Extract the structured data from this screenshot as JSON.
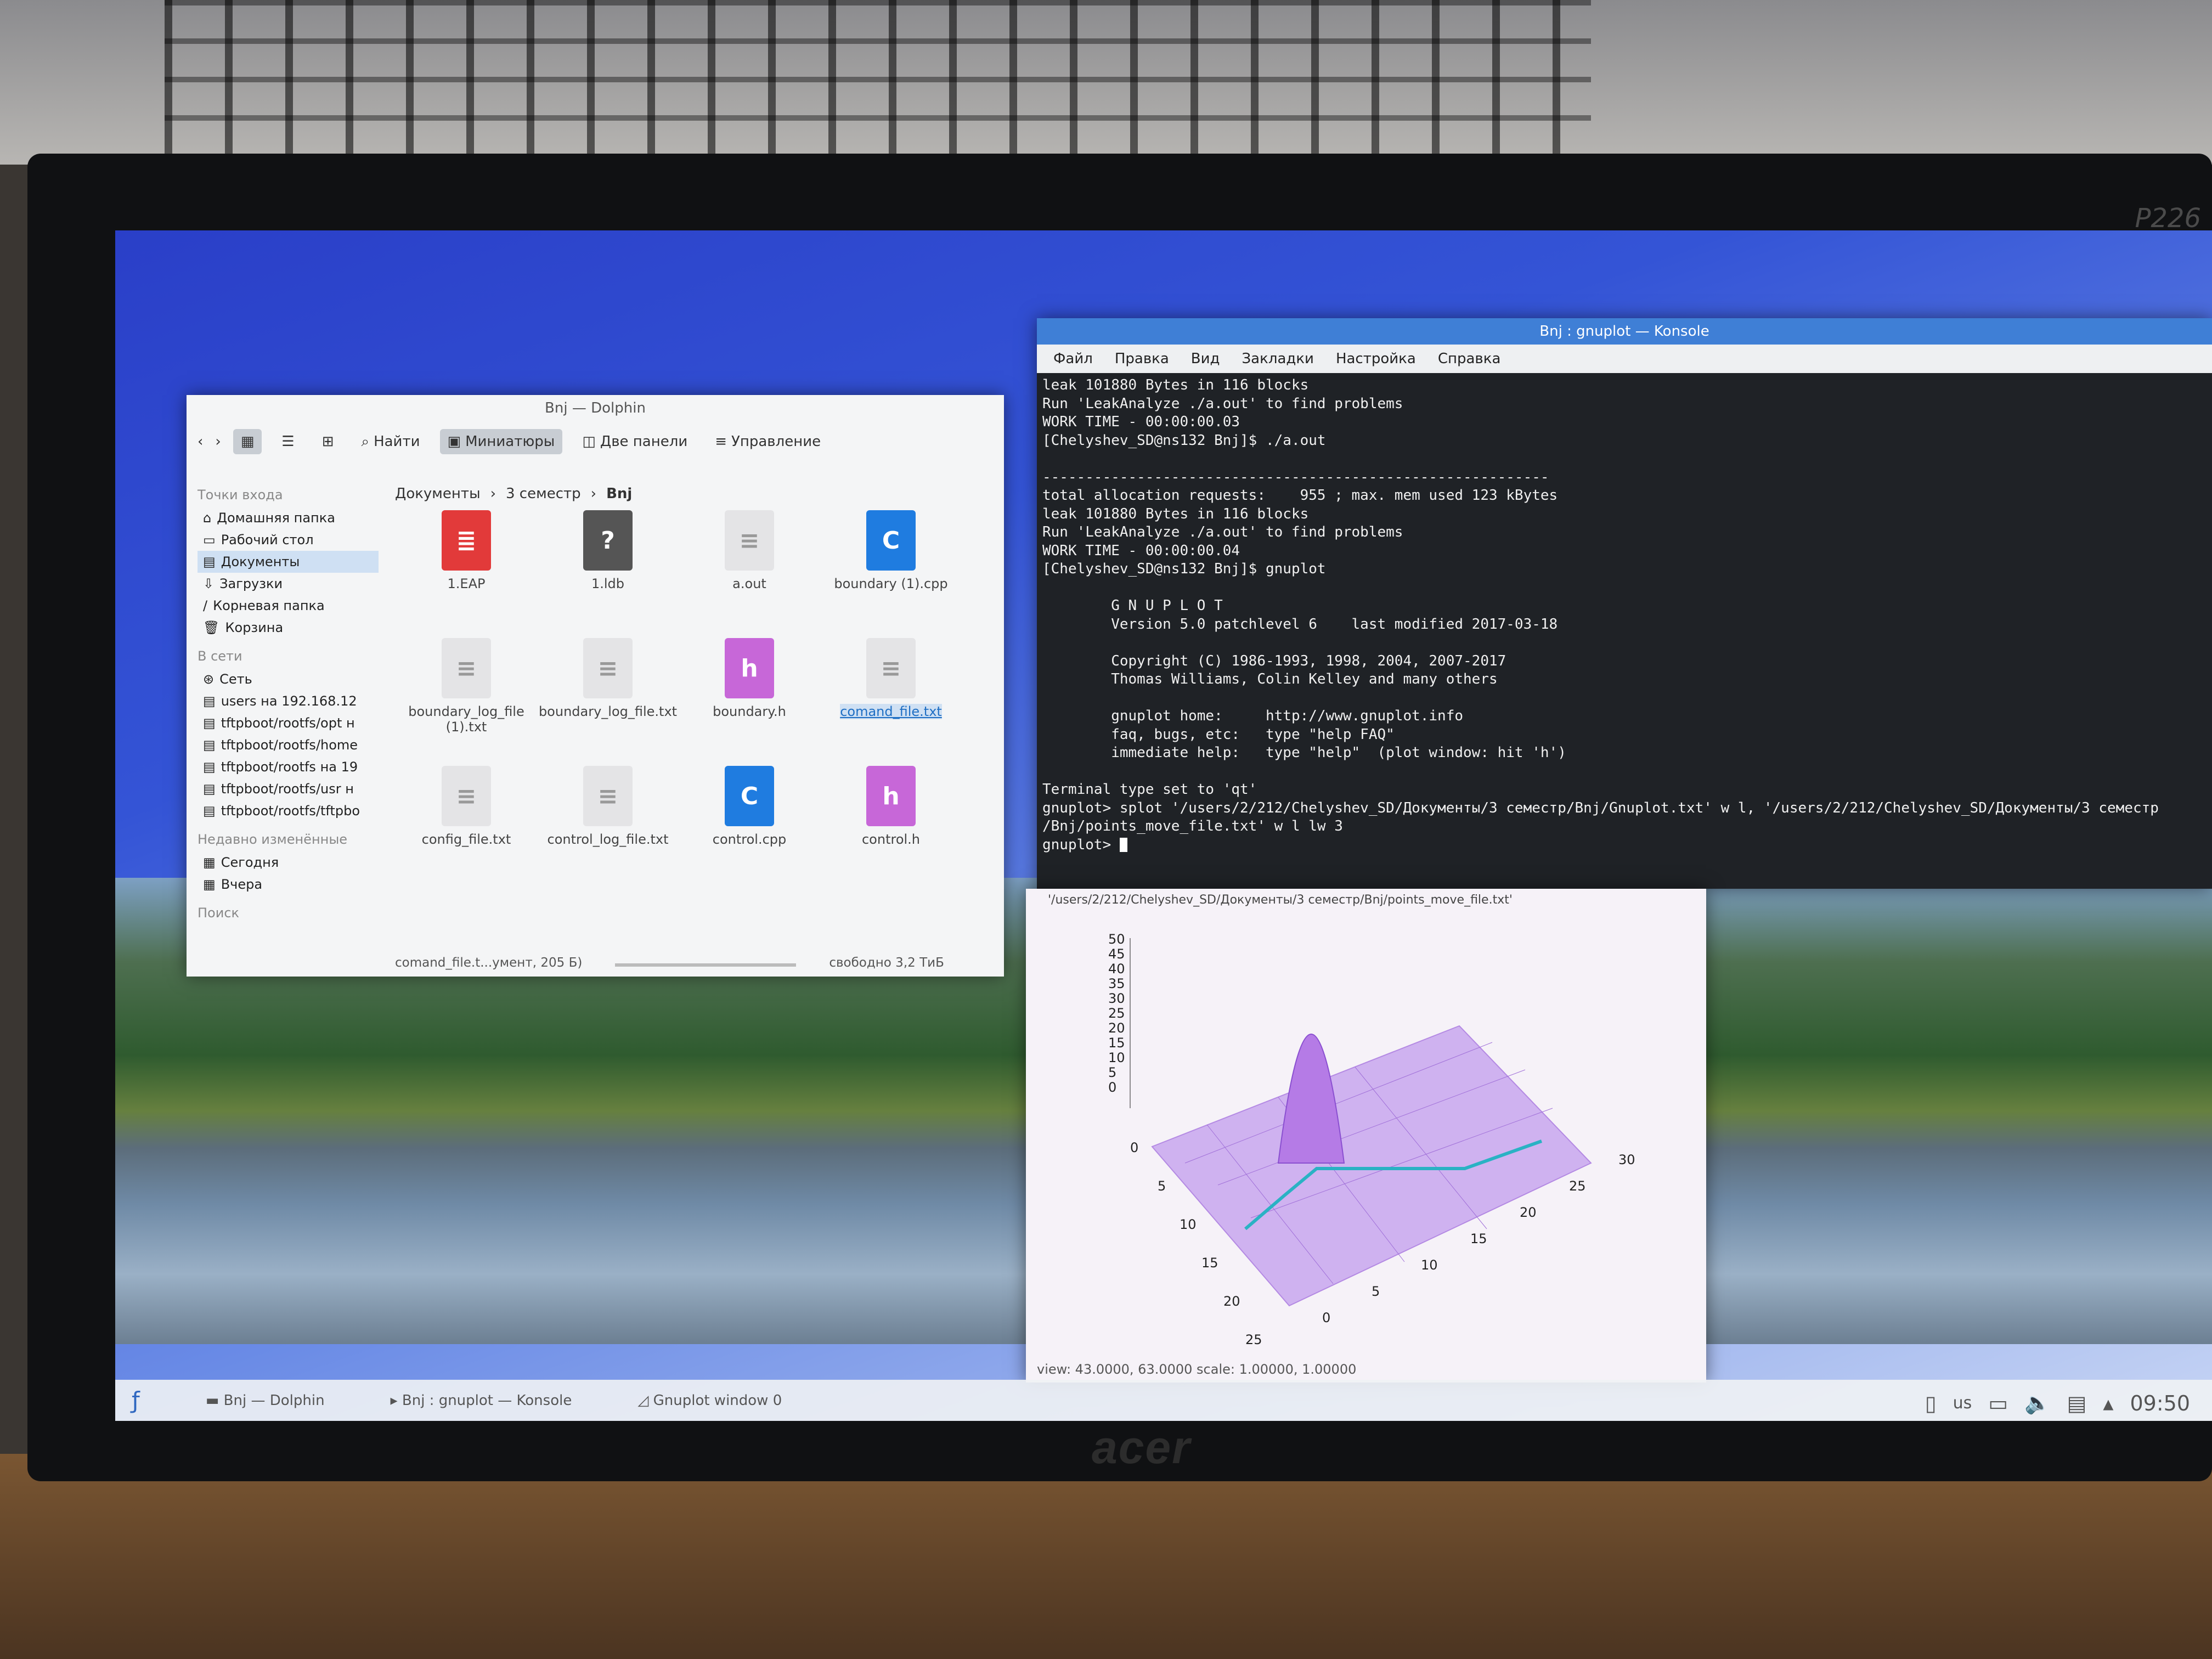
{
  "monitor": {
    "model": "P226",
    "brand": "acer"
  },
  "dolphin": {
    "title": "Bnj — Dolphin",
    "toolbar": [
      "Найти",
      "Миниатюры",
      "Две панели",
      "Управление"
    ],
    "sidebar": {
      "places_header": "Точки входа",
      "places": [
        "Домашняя папка",
        "Рабочий стол",
        "Документы",
        "Загрузки",
        "Корневая папка",
        "Корзина"
      ],
      "network_header": "В сети",
      "network": [
        "Сеть",
        "users на 192.168.12",
        "tftpboot/rootfs/opt н",
        "tftpboot/rootfs/home",
        "tftpboot/rootfs на 19",
        "tftpboot/rootfs/usr н",
        "tftpboot/rootfs/tftpbo"
      ],
      "recent_header": "Недавно изменённые",
      "recent": [
        "Сегодня",
        "Вчера"
      ],
      "search_header": "Поиск"
    },
    "breadcrumb": [
      "Документы",
      "3 семестр",
      "Bnj"
    ],
    "files": [
      "1.EAP",
      "1.ldb",
      "a.out",
      "boundary (1).cpp",
      "boundary_log_file (1).txt",
      "boundary_log_file.txt",
      "boundary.h",
      "comand_file.txt",
      "config_file.txt",
      "control_log_file.txt",
      "control.cpp",
      "control.h"
    ],
    "status_left": "comand_file.t...умент, 205 Б)",
    "status_right": "свободно 3,2 ТиБ"
  },
  "konsole": {
    "title": "Bnj : gnuplot — Konsole",
    "menu": [
      "Файл",
      "Правка",
      "Вид",
      "Закладки",
      "Настройка",
      "Справка"
    ],
    "lines": [
      "leak 101880 Bytes in 116 blocks",
      "Run 'LeakAnalyze ./a.out' to find problems",
      "WORK TIME - 00:00:00.03",
      "[Chelyshev_SD@ns132 Bnj]$ ./a.out",
      "",
      "-----------------------------------------------------------",
      "total allocation requests:    955 ; max. mem used 123 kBytes",
      "leak 101880 Bytes in 116 blocks",
      "Run 'LeakAnalyze ./a.out' to find problems",
      "WORK TIME - 00:00:00.04",
      "[Chelyshev_SD@ns132 Bnj]$ gnuplot",
      "",
      "        G N U P L O T",
      "        Version 5.0 patchlevel 6    last modified 2017-03-18",
      "",
      "        Copyright (C) 1986-1993, 1998, 2004, 2007-2017",
      "        Thomas Williams, Colin Kelley and many others",
      "",
      "        gnuplot home:     http://www.gnuplot.info",
      "        faq, bugs, etc:   type \"help FAQ\"",
      "        immediate help:   type \"help\"  (plot window: hit 'h')",
      "",
      "Terminal type set to 'qt'",
      "gnuplot> splot '/users/2/212/Chelyshev_SD/Документы/3 семестр/Bnj/Gnuplot.txt' w l, '/users/2/212/Chelyshev_SD/Документы/3 семестр",
      "/Bnj/points_move_file.txt' w l lw 3",
      "gnuplot> "
    ]
  },
  "gnuplot": {
    "legend": "'/users/2/212/Chelyshev_SD/Документы/3 семестр/Bnj/points_move_file.txt'",
    "z_ticks": [
      "50",
      "45",
      "40",
      "35",
      "30",
      "25",
      "20",
      "15",
      "10",
      "5",
      "0"
    ],
    "y_ticks": [
      "0",
      "5",
      "10",
      "15",
      "20",
      "25",
      "30"
    ],
    "x_ticks": [
      "0",
      "5",
      "10",
      "15",
      "20",
      "25",
      "30"
    ],
    "status": "view: 43.0000, 63.0000  scale: 1.00000, 1.00000"
  },
  "taskbar": {
    "items": [
      "Bnj — Dolphin",
      "Bnj : gnuplot — Konsole",
      "Gnuplot window 0"
    ],
    "keyboard": "us",
    "clock": "09:50"
  }
}
